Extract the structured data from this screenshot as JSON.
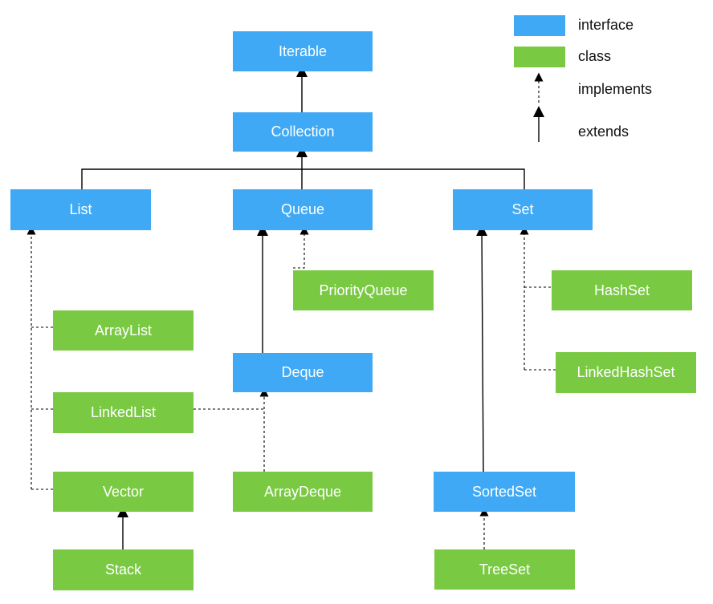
{
  "colors": {
    "interface": "#3fa9f5",
    "class": "#7ac943",
    "line": "#000000"
  },
  "nodes": {
    "iterable": "Iterable",
    "collection": "Collection",
    "list": "List",
    "queue": "Queue",
    "set": "Set",
    "priority_queue": "PriorityQueue",
    "hashset": "HashSet",
    "arraylist": "ArrayList",
    "deque": "Deque",
    "linkedhashset": "LinkedHashSet",
    "linkedlist": "LinkedList",
    "vector": "Vector",
    "arraydeque": "ArrayDeque",
    "sortedset": "SortedSet",
    "stack": "Stack",
    "treeset": "TreeSet"
  },
  "legend": {
    "interface": "interface",
    "class": "class",
    "implements": "implements",
    "extends": "extends"
  }
}
